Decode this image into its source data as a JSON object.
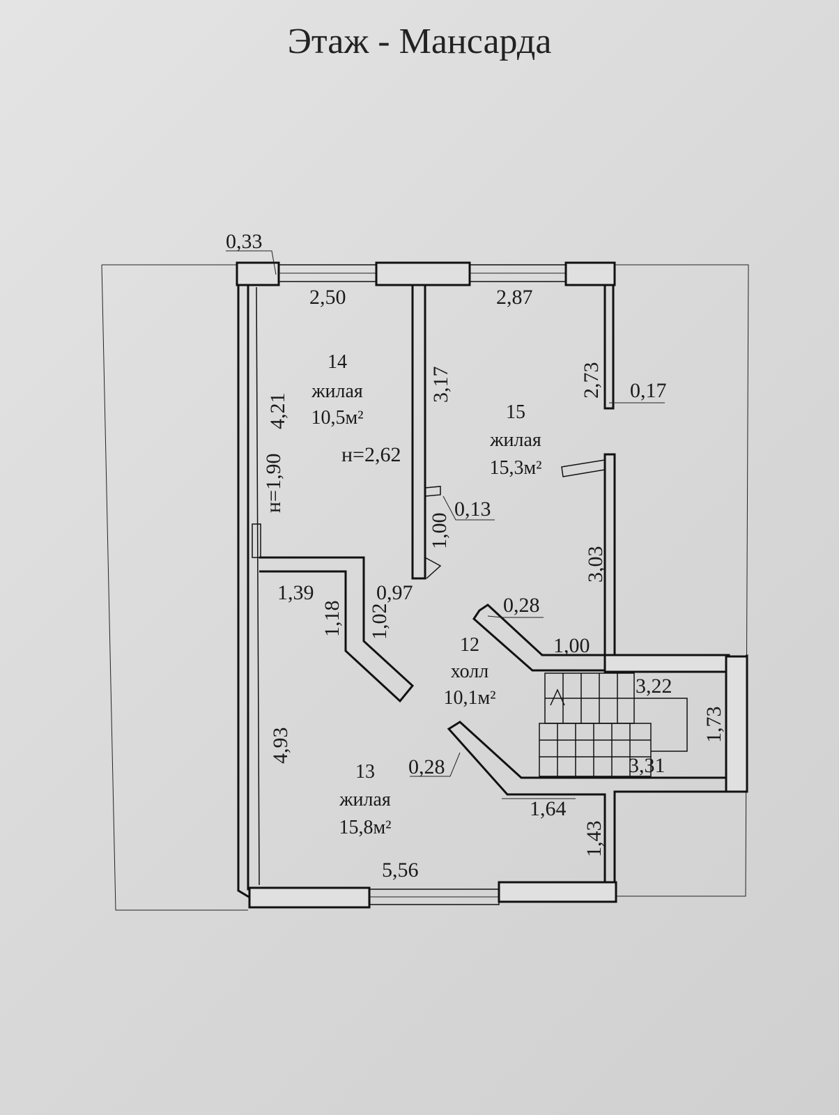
{
  "title": "Этаж - Мансарда",
  "rooms": [
    {
      "number": "14",
      "type": "жилая",
      "area": "10,5м²"
    },
    {
      "number": "15",
      "type": "жилая",
      "area": "15,3м²"
    },
    {
      "number": "12",
      "type": "холл",
      "area": "10,1м²"
    },
    {
      "number": "13",
      "type": "жилая",
      "area": "15,8м²"
    }
  ],
  "dimensions": {
    "d_0_33": "0,33",
    "d_2_50": "2,50",
    "d_2_87": "2,87",
    "d_3_17": "3,17",
    "d_2_73": "2,73",
    "d_0_17": "0,17",
    "d_4_21": "4,21",
    "d_h_2_62": "н=2,62",
    "d_h_1_90": "н=1,90",
    "d_1_00_a": "1,00",
    "d_0_13": "0,13",
    "d_3_03": "3,03",
    "d_1_39": "1,39",
    "d_1_18": "1,18",
    "d_1_02": "1,02",
    "d_0_97": "0,97",
    "d_0_28_a": "0,28",
    "d_1_00_b": "1,00",
    "d_3_22": "3,22",
    "d_1_73": "1,73",
    "d_3_31": "3,31",
    "d_4_93": "4,93",
    "d_0_28_b": "0,28",
    "d_1_64": "1,64",
    "d_1_43": "1,43",
    "d_5_56": "5,56"
  }
}
